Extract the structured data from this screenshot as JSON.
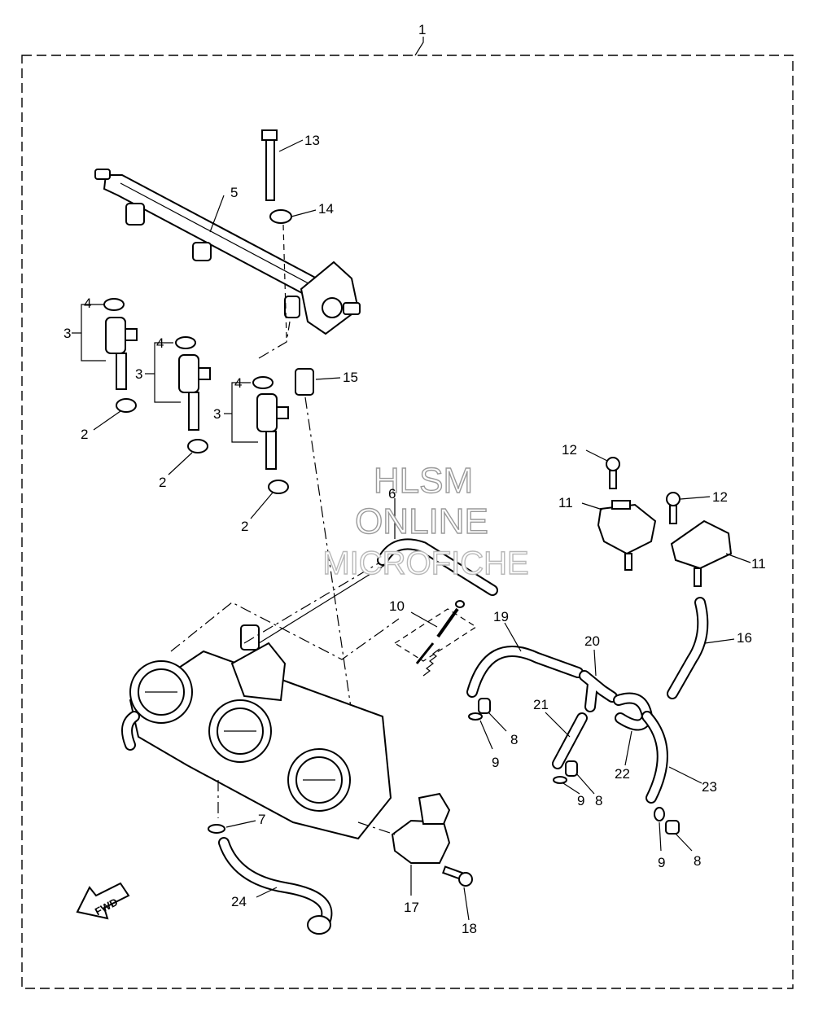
{
  "callouts": {
    "c1": "1",
    "c2a": "2",
    "c2b": "2",
    "c2c": "2",
    "c3a": "3",
    "c3b": "3",
    "c3c": "3",
    "c4a": "4",
    "c4b": "4",
    "c4c": "4",
    "c5": "5",
    "c6": "6",
    "c7": "7",
    "c8a": "8",
    "c8b": "8",
    "c8c": "8",
    "c9a": "9",
    "c9b": "9",
    "c9c": "9",
    "c10": "10",
    "c11a": "11",
    "c11b": "11",
    "c12a": "12",
    "c12b": "12",
    "c13": "13",
    "c14": "14",
    "c15": "15",
    "c16": "16",
    "c17": "17",
    "c18": "18",
    "c19": "19",
    "c20": "20",
    "c21": "21",
    "c22": "22",
    "c23": "23",
    "c24": "24"
  },
  "watermark": {
    "line1": "HLSM",
    "line2": "ONLINE",
    "line3": "MICROFICHE"
  },
  "fwd_label": "FWD"
}
